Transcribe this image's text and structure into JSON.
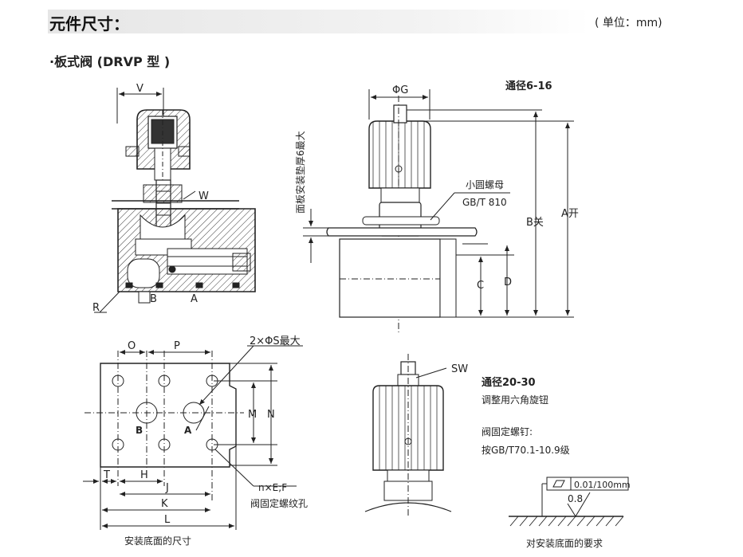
{
  "header": {
    "title": "元件尺寸：",
    "unit": "( 单位：mm)"
  },
  "section": {
    "subtitle": "·板式阀 (DRVP 型 )"
  },
  "labels": {
    "V": "V",
    "W": "W",
    "R": "R",
    "B_port": "B",
    "A_port": "A",
    "phiG": "ΦG",
    "diameter_6_16": "通径6-16",
    "panel_thickness": "面板安装垫厚6最大",
    "small_nut": "小圆螺母",
    "gb_t_810": "GB/T 810",
    "B_close": "B关",
    "A_open": "A开",
    "C": "C",
    "D": "D",
    "O": "O",
    "P": "P",
    "two_phiS": "2×ΦS最大",
    "M": "M",
    "N": "N",
    "T": "T",
    "H": "H",
    "J": "J",
    "K": "K",
    "L": "L",
    "nxEF": "n×E;F",
    "fix_thread_hole": "阀固定螺纹孔",
    "mount_bottom_size": "安装底面的尺寸",
    "SW": "SW",
    "diameter_20_30": "通径20-30",
    "hex_knob": "调整用六角旋钮",
    "fix_screw": "阀固定螺钉:",
    "gb_t70": "按GB/T70.1-10.9级",
    "flatness": "0.01/100mm",
    "roughness": "0.8",
    "mount_requirement": "对安装底面的要求"
  }
}
